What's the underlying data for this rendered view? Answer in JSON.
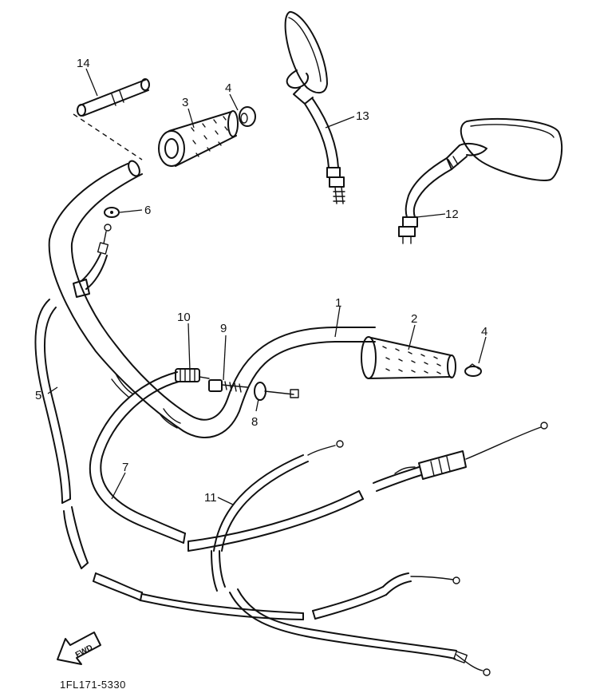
{
  "diagram": {
    "callouts": [
      "1",
      "2",
      "3",
      "4",
      "4",
      "5",
      "6",
      "7",
      "8",
      "9",
      "10",
      "11",
      "12",
      "13",
      "14"
    ],
    "direction_marker": "FWD",
    "drawing_code": "1FL171-5330"
  }
}
